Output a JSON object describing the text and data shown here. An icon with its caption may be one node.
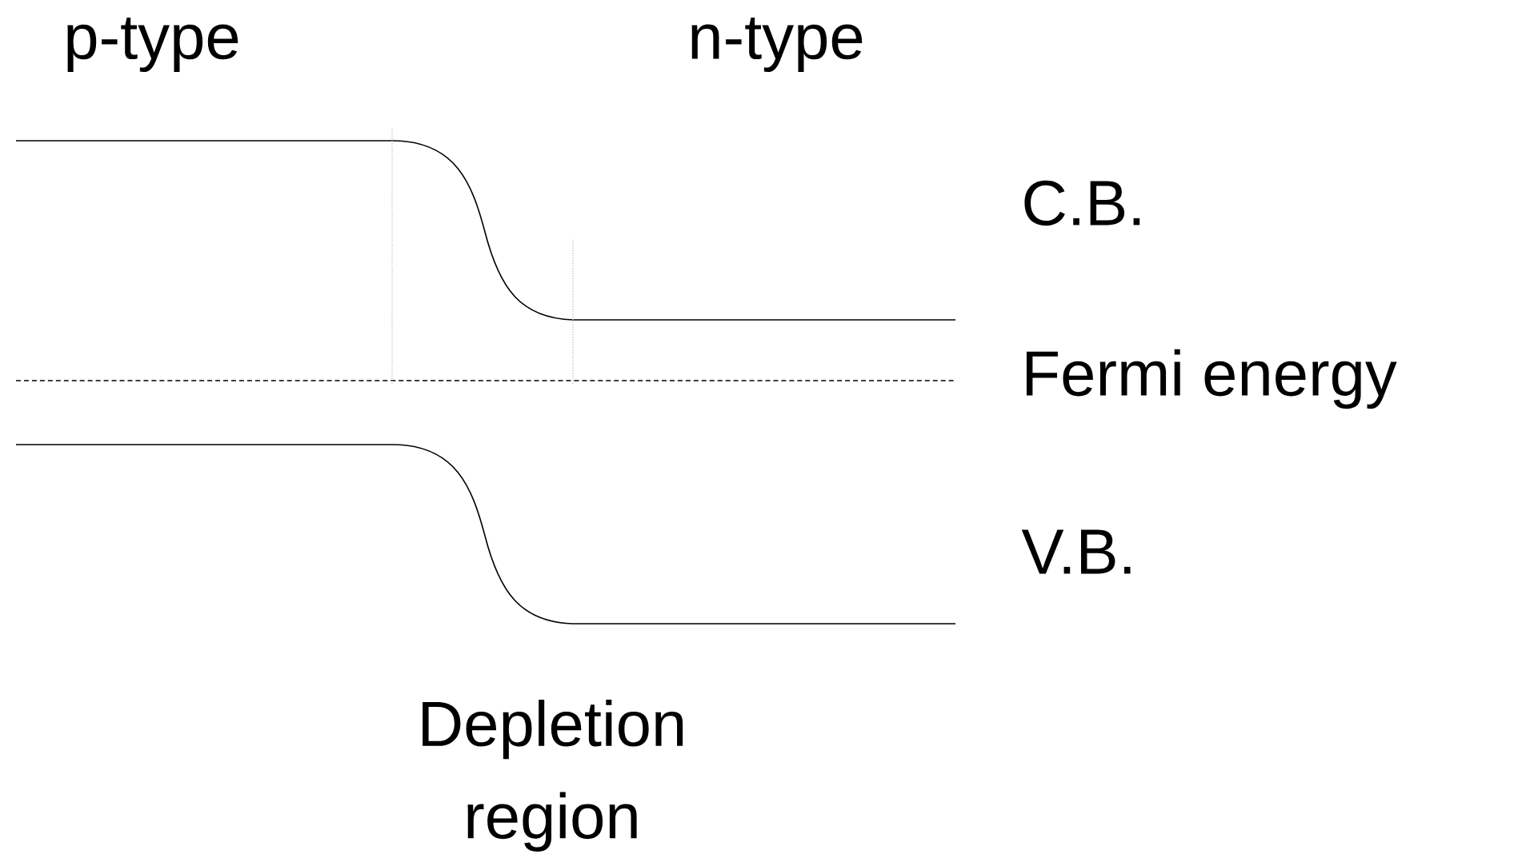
{
  "diagram": {
    "labels": [
      "p-type",
      "n-type",
      "C.B.",
      "Fermi energy",
      "V.B.",
      "Depletion region"
    ]
  }
}
